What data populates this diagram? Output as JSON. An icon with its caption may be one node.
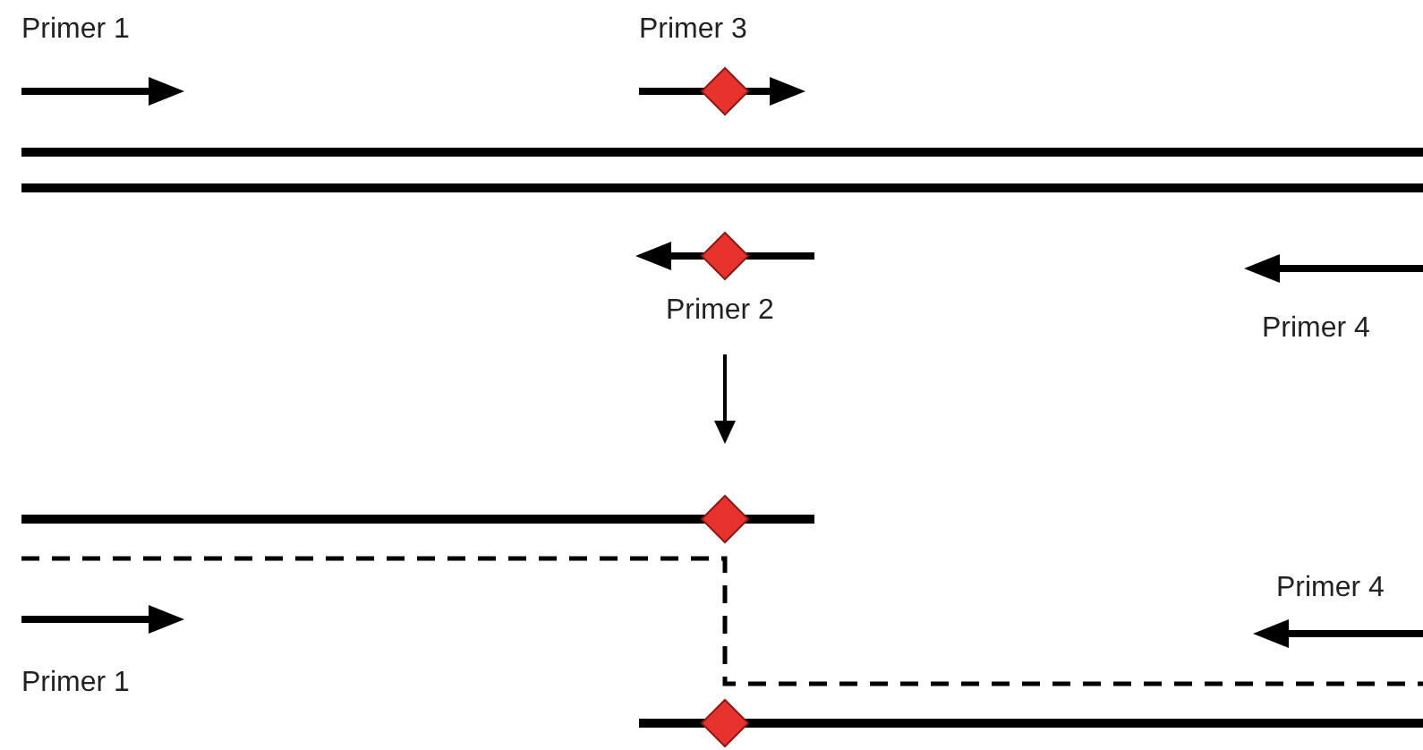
{
  "diagram": {
    "labels": [
      "Primer 1",
      "Primer 3",
      "Primer 2",
      "Primer 4",
      "Primer 4",
      "Primer 1"
    ]
  }
}
